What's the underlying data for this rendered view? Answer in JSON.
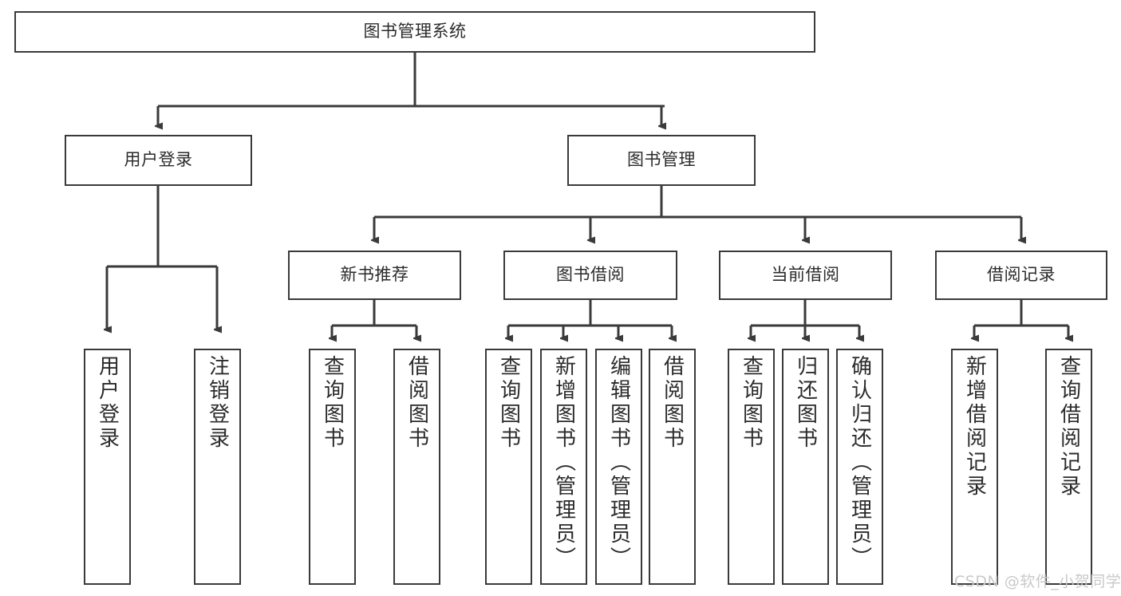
{
  "diagram": {
    "type": "tree-hierarchy-chart",
    "title": "图书管理系统",
    "colors": {
      "box_border": "#3a3a3a",
      "box_fill": "#ffffff",
      "connector": "#3a3a3a",
      "text": "#2b2b2b",
      "watermark": "#c9c9c9",
      "background": "#ffffff"
    },
    "root": {
      "label": "图书管理系统"
    },
    "level2": [
      {
        "id": "user-login",
        "label": "用户登录"
      },
      {
        "id": "book-manage",
        "label": "图书管理"
      }
    ],
    "level3": [
      {
        "id": "new-book-recommend",
        "label": "新书推荐",
        "parent": "book-manage"
      },
      {
        "id": "book-borrow",
        "label": "图书借阅",
        "parent": "book-manage"
      },
      {
        "id": "current-borrow",
        "label": "当前借阅",
        "parent": "book-manage"
      },
      {
        "id": "borrow-record",
        "label": "借阅记录",
        "parent": "book-manage"
      }
    ],
    "leaves": [
      {
        "id": "leaf-user-login",
        "label": "用户登录",
        "parent": "user-login"
      },
      {
        "id": "leaf-logout",
        "label": "注销登录",
        "parent": "user-login"
      },
      {
        "id": "leaf-query-book-1",
        "label": "查询图书",
        "parent": "new-book-recommend"
      },
      {
        "id": "leaf-borrow-book-1",
        "label": "借阅图书",
        "parent": "new-book-recommend"
      },
      {
        "id": "leaf-query-book-2",
        "label": "查询图书",
        "parent": "book-borrow"
      },
      {
        "id": "leaf-add-book",
        "label": "新增图书（管理员）",
        "parent": "book-borrow"
      },
      {
        "id": "leaf-edit-book",
        "label": "编辑图书（管理员）",
        "parent": "book-borrow"
      },
      {
        "id": "leaf-borrow-book-2",
        "label": "借阅图书",
        "parent": "book-borrow"
      },
      {
        "id": "leaf-query-book-3",
        "label": "查询图书",
        "parent": "current-borrow"
      },
      {
        "id": "leaf-return-book",
        "label": "归还图书",
        "parent": "current-borrow"
      },
      {
        "id": "leaf-confirm-return",
        "label": "确认归还（管理员）",
        "parent": "current-borrow"
      },
      {
        "id": "leaf-add-record",
        "label": "新增借阅记录",
        "parent": "borrow-record"
      },
      {
        "id": "leaf-query-record",
        "label": "查询借阅记录",
        "parent": "borrow-record"
      }
    ],
    "watermark": "CSDN @软件_小贺同学"
  }
}
